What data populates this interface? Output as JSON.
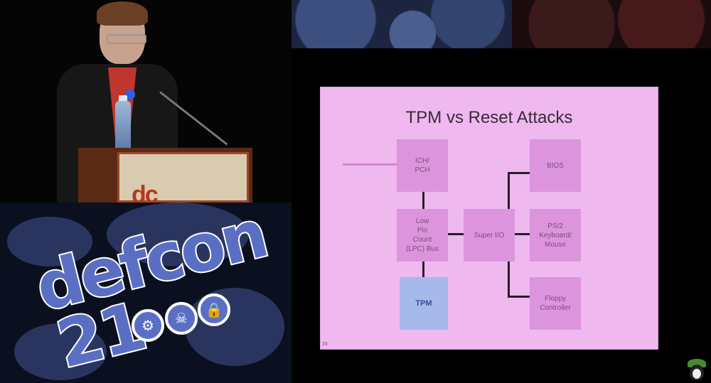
{
  "slide": {
    "title": "TPM vs Reset Attacks",
    "page_number": "24",
    "boxes": {
      "ich": "ICH/\nPCH",
      "lpc": "Low\nPin\nCount\n(LPC) Bus",
      "tpm": "TPM",
      "super_io": "Super I/O",
      "bios": "BIOS",
      "ps2": "PS/2\nKeyboard/\nMouse",
      "floppy": "Floppy\nController"
    }
  },
  "podium_logo": "dc",
  "logo": {
    "word_top": "defcon",
    "word_bottom": "21"
  },
  "colors": {
    "slide_bg": "#efb9ef",
    "box_bg": "#dc95dc",
    "tpm_bg": "#a7b8ea",
    "logo_blue": "#5a6fc4"
  }
}
